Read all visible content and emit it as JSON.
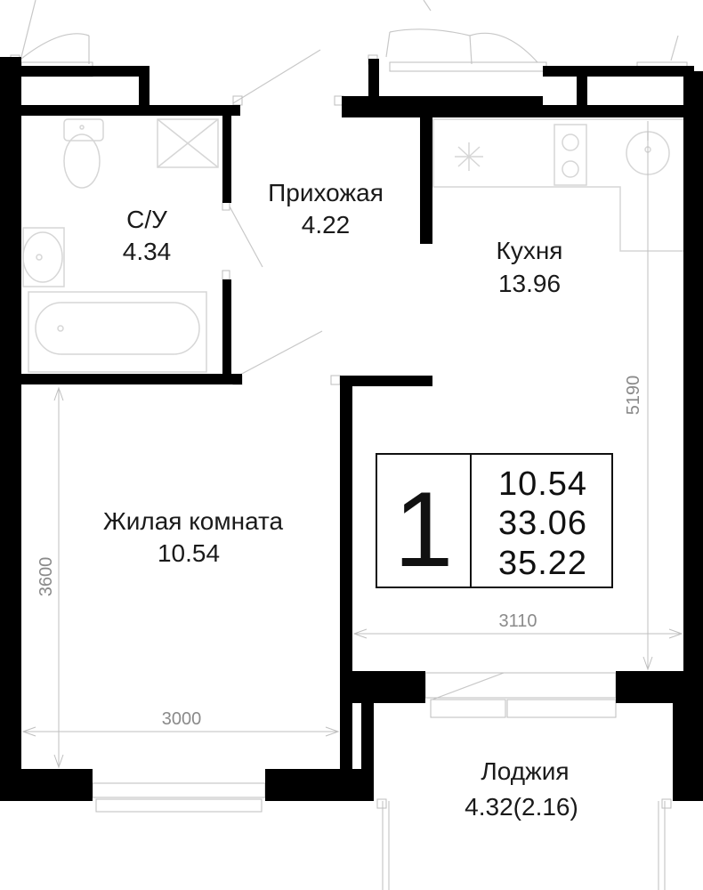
{
  "rooms": {
    "bathroom": {
      "name": "С/У",
      "area": "4.34"
    },
    "hallway": {
      "name": "Прихожая",
      "area": "4.22"
    },
    "kitchen": {
      "name": "Кухня",
      "area": "13.96"
    },
    "living": {
      "name": "Жилая комната",
      "area": "10.54"
    },
    "loggia": {
      "name": "Лоджия",
      "area": "4.32(2.16)"
    }
  },
  "dimensions": {
    "kitchen_height": "5190",
    "kitchen_width": "3110",
    "living_height": "3600",
    "living_width": "3000"
  },
  "summary": {
    "rooms_count": "1",
    "living_area": "10.54",
    "area_without_loggia": "33.06",
    "total_area": "35.22"
  },
  "colors": {
    "wall": "#000000",
    "fixture": "#d6d6d6",
    "dimension": "#8a8a8a"
  }
}
